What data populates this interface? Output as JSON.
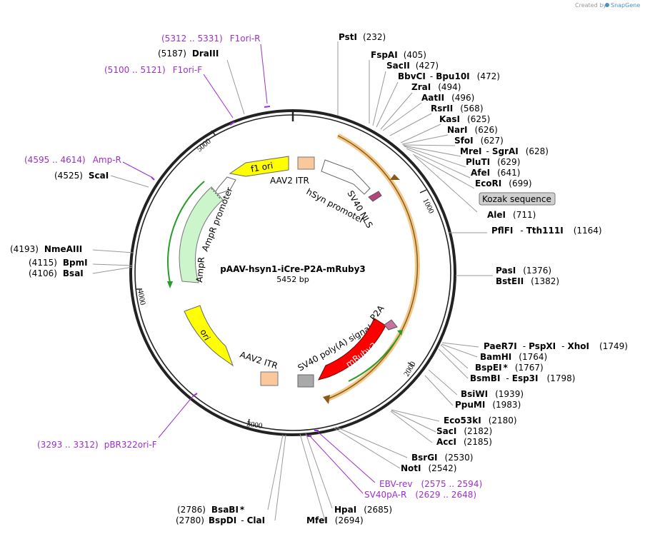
{
  "credit": {
    "created_by": "Created by",
    "app": "SnapGene"
  },
  "plasmid": {
    "name": "pAAV-hsyn1-iCre-P2A-mRuby3",
    "size": "5452 bp",
    "length": 5452
  },
  "ticks": [
    "1000",
    "2000",
    "3000",
    "4000",
    "5000"
  ],
  "features": {
    "f1_ori": "f1 ori",
    "aav2_itr_top": "AAV2 ITR",
    "hsyn": "hSyn promoter",
    "sv40_nls": "SV40 NLS",
    "ampr_promoter": "AmpR promoter",
    "ampr": "AmpR",
    "ori": "ori",
    "aav2_itr_bottom": "AAV2 ITR",
    "sv40_polya": "SV40 poly(A) signal",
    "mruby3": "mRuby3",
    "p2a": "P2A",
    "kozak": "Kozak sequence"
  },
  "primers": [
    {
      "id": "f1ori-r",
      "range": "(5312 .. 5331)",
      "name": "F1ori-R"
    },
    {
      "id": "f1ori-f",
      "range": "(5100 .. 5121)",
      "name": "F1ori-F"
    },
    {
      "id": "amp-r",
      "range": "(4595 .. 4614)",
      "name": "Amp-R"
    },
    {
      "id": "pbr322",
      "range": "(3293 .. 3312)",
      "name": "pBR322ori-F"
    },
    {
      "id": "ebv",
      "name": "EBV-rev",
      "range": "(2575 .. 2594)"
    },
    {
      "id": "sv40pa",
      "name": "SV40pA-R",
      "range": "(2629 .. 2648)"
    }
  ],
  "sites": {
    "psti": {
      "name": "PstI",
      "pos": "(232)"
    },
    "fspai": {
      "name": "FspAI",
      "pos": "(405)"
    },
    "sacii": {
      "name": "SacII",
      "pos": "(427)"
    },
    "bbvci": {
      "name": "BbvCI",
      "sep": "-",
      "name2": "Bpu10I",
      "pos": "(472)"
    },
    "zrai": {
      "name": "ZraI",
      "pos": "(494)"
    },
    "aatii": {
      "name": "AatII",
      "pos": "(496)"
    },
    "rsrii": {
      "name": "RsrII",
      "pos": "(568)"
    },
    "kasi": {
      "name": "KasI",
      "pos": "(625)"
    },
    "nari": {
      "name": "NarI",
      "pos": "(626)"
    },
    "sfoi": {
      "name": "SfoI",
      "pos": "(627)"
    },
    "mrei": {
      "name": "MreI",
      "sep": "-",
      "name2": "SgrAI",
      "pos": "(628)"
    },
    "pluti": {
      "name": "PluTI",
      "pos": "(629)"
    },
    "afei": {
      "name": "AfeI",
      "pos": "(641)"
    },
    "ecori": {
      "name": "EcoRI",
      "pos": "(699)"
    },
    "alei": {
      "name": "AleI",
      "pos": "(711)"
    },
    "pflfi": {
      "name": "PflFI",
      "sep": "-",
      "name2": "Tth111I",
      "pos": "(1164)"
    },
    "pasi": {
      "name": "PasI",
      "pos": "(1376)"
    },
    "bsteii": {
      "name": "BstEII",
      "pos": "(1382)"
    },
    "paer7i": {
      "name": "PaeR7I",
      "sep": "-",
      "name2": "PspXI",
      "sep2": "-",
      "name3": "XhoI",
      "pos": "(1749)"
    },
    "bamhi": {
      "name": "BamHI",
      "pos": "(1764)"
    },
    "bspei": {
      "name": "BspEI",
      "star": "*",
      "pos": "(1767)"
    },
    "bsmbi": {
      "name": "BsmBI",
      "sep": "-",
      "name2": "Esp3I",
      "pos": "(1798)"
    },
    "bsiwi": {
      "name": "BsiWI",
      "pos": "(1939)"
    },
    "ppumi": {
      "name": "PpuMI",
      "pos": "(1983)"
    },
    "eco53ki": {
      "name": "Eco53kI",
      "pos": "(2180)"
    },
    "saci": {
      "name": "SacI",
      "pos": "(2182)"
    },
    "acci": {
      "name": "AccI",
      "pos": "(2185)"
    },
    "bsrgi": {
      "name": "BsrGI",
      "pos": "(2530)"
    },
    "noti": {
      "name": "NotI",
      "pos": "(2542)"
    },
    "hpai": {
      "name": "HpaI",
      "pos": "(2685)"
    },
    "mfei": {
      "name": "MfeI",
      "pos": "(2694)"
    },
    "bsabi": {
      "name": "BsaBI",
      "star": "*",
      "pos": "(2786)"
    },
    "bspdi": {
      "name": "BspDI",
      "sep": "-",
      "name2": "ClaI",
      "pos": "(2780)"
    },
    "scai": {
      "name": "ScaI",
      "pos": "(4525)"
    },
    "nmeaiii": {
      "name": "NmeAIII",
      "pos": "(4193)"
    },
    "bpmi": {
      "name": "BpmI",
      "pos": "(4115)"
    },
    "bsai": {
      "name": "BsaI",
      "pos": "(4106)"
    },
    "draiii": {
      "name": "DraIII",
      "pos": "(5187)"
    }
  }
}
